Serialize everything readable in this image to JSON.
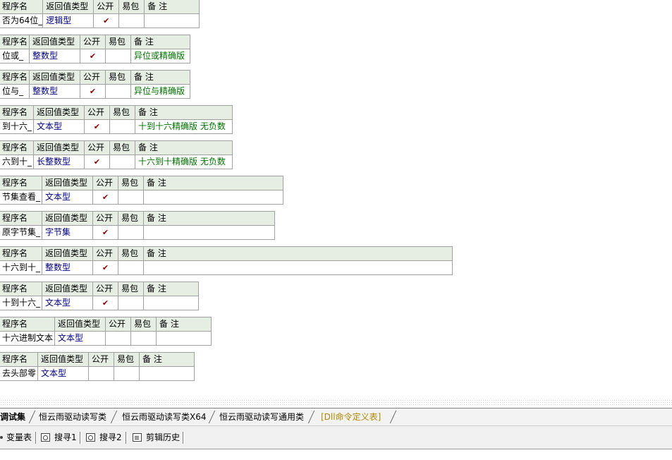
{
  "header_labels": {
    "name": "程序名",
    "return_type": "返回值类型",
    "public": "公开",
    "easy_pack": "易包",
    "note": "备 注"
  },
  "check_mark": "✔",
  "subroutines": [
    {
      "name": "否为64位_",
      "return_type": "逻辑型",
      "public": true,
      "note": ""
    },
    {
      "name": "位或_",
      "return_type": "整数型",
      "public": true,
      "note": "异位或精确版"
    },
    {
      "name": "位与_",
      "return_type": "整数型",
      "public": true,
      "note": "异位与精确版"
    },
    {
      "name": "到十六_",
      "return_type": "文本型",
      "public": true,
      "note": "十到十六精确版 无负数"
    },
    {
      "name": "六到十_",
      "return_type": "长整数型",
      "public": true,
      "note": "十六到十精确版 无负数"
    },
    {
      "name": "节集查看_",
      "return_type": "文本型",
      "public": true,
      "note": ""
    },
    {
      "name": "原字节集_",
      "return_type": "字节集",
      "public": true,
      "note": ""
    },
    {
      "name": "十六到十_",
      "return_type": "整数型",
      "public": true,
      "note": ""
    },
    {
      "name": "十到十六_",
      "return_type": "文本型",
      "public": true,
      "note": ""
    },
    {
      "name": "十六进制文本",
      "return_type": "文本型",
      "public": false,
      "note": ""
    },
    {
      "name": "去头部零",
      "return_type": "文本型",
      "public": false,
      "note": ""
    }
  ],
  "tabs": [
    {
      "label": "调试集",
      "active": true
    },
    {
      "label": "恒云雨驱动读写类",
      "active": false
    },
    {
      "label": "恒云雨驱动读写类X64",
      "active": false
    },
    {
      "label": "恒云雨驱动读写通用类",
      "active": false
    },
    {
      "label": "[Dll命令定义表]",
      "active": false
    }
  ],
  "toolbar": {
    "vars_label": "变量表",
    "search1_label": "搜寻1",
    "search2_label": "搜寻2",
    "clip_label": "剪辑历史"
  }
}
